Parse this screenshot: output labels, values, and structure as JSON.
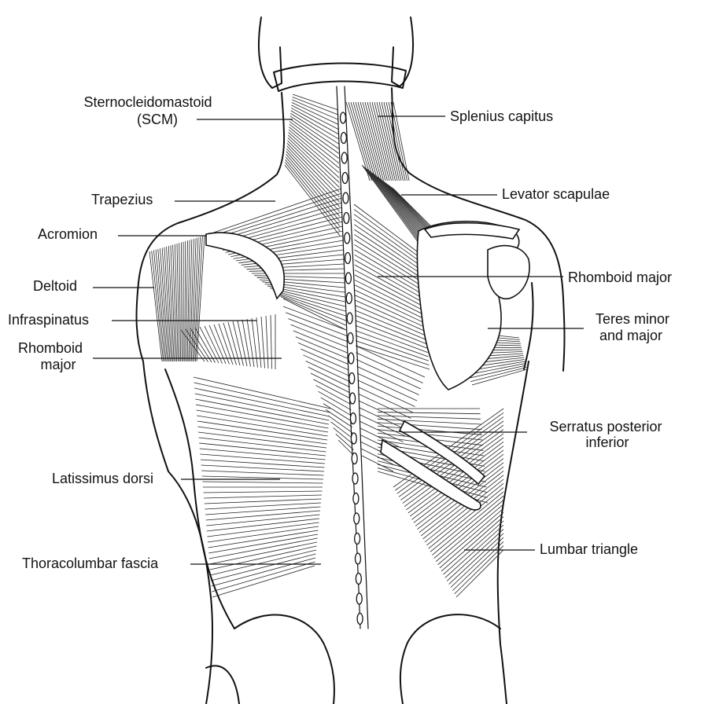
{
  "labels": {
    "scm_line1": "Sternocleidomastoid",
    "scm_line2": "(SCM)",
    "trapezius": "Trapezius",
    "acromion": "Acromion",
    "deltoid": "Deltoid",
    "infraspinatus": "Infraspinatus",
    "rhomboid_major_left_line1": "Rhomboid",
    "rhomboid_major_left_line2": "major",
    "latissimus_dorsi": "Latissimus dorsi",
    "thoracolumbar_fascia": "Thoracolumbar fascia",
    "splenius_capitus": "Splenius capitus",
    "levator_scapulae": "Levator scapulae",
    "rhomboid_major_right": "Rhomboid major",
    "teres_line1": "Teres minor",
    "teres_line2": "and major",
    "serratus_line1": "Serratus posterior",
    "serratus_line2": "inferior",
    "lumbar_triangle": "Lumbar triangle"
  },
  "colors": {
    "ink": "#111111",
    "background": "#ffffff"
  }
}
